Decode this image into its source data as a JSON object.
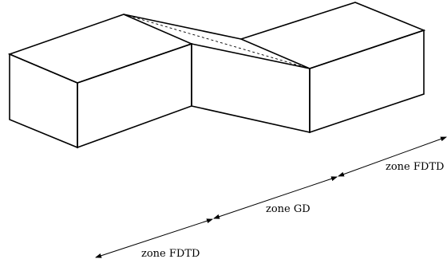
{
  "labels": {
    "zone_right": "zone FDTD",
    "zone_middle": "zone GD",
    "zone_left": "zone FDTD"
  },
  "colors": {
    "line": "#000000",
    "background": "#ffffff"
  }
}
